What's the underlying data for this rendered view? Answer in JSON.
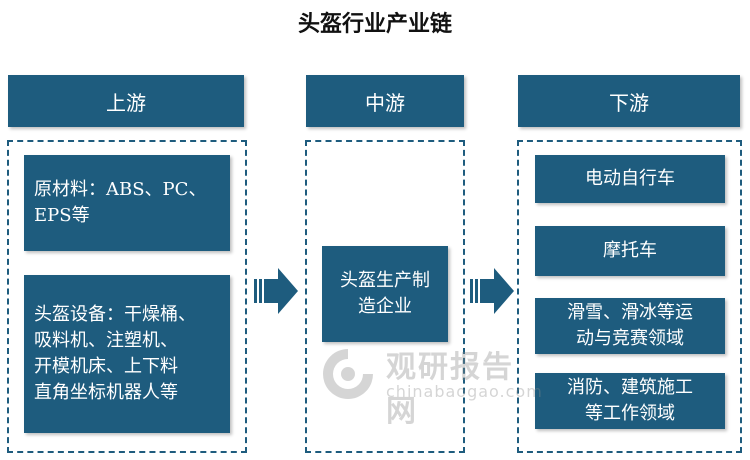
{
  "title": "头盔行业产业链",
  "upstream": {
    "header": "上游",
    "items": [
      {
        "line1": "原材料：ABS、PC、",
        "line2": "EPS等"
      },
      {
        "line1": "头盔设备：干燥桶、",
        "line2": "吸料机、注塑机、",
        "line3": "开模机床、上下料",
        "line4": "直角坐标机器人等"
      }
    ]
  },
  "midstream": {
    "header": "中游",
    "items": [
      {
        "line1": "头盔生产制",
        "line2": "造企业"
      }
    ]
  },
  "downstream": {
    "header": "下游",
    "items": [
      {
        "line1": "电动自行车"
      },
      {
        "line1": "摩托车"
      },
      {
        "line1": "滑雪、滑冰等运",
        "line2": "动与竞赛领域"
      },
      {
        "line1": "消防、建筑施工",
        "line2": "等工作领域"
      }
    ]
  },
  "watermark": {
    "cn": "观研报告网",
    "en": "chinabaogao.com"
  },
  "colors": {
    "box": "#1e5c7e",
    "arrow": "#1e5c7e",
    "text": "#ffffff"
  },
  "icons": {
    "arrow": "right-arrow-icon",
    "watermark_logo": "watermark-logo-icon"
  }
}
